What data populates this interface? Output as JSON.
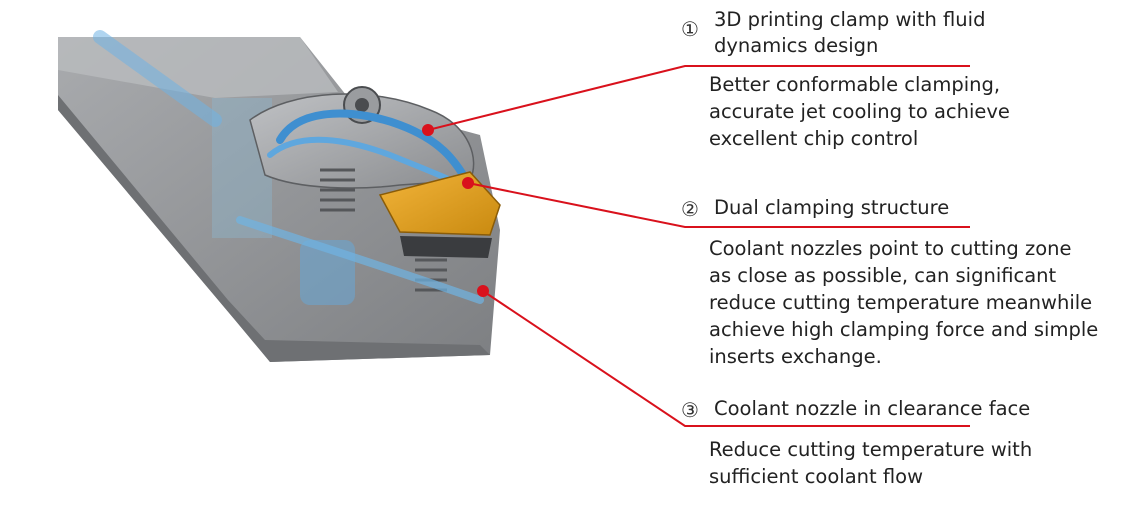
{
  "accent_color": "#d9111c",
  "tool_image": {
    "icon": "tool-holder-illustration"
  },
  "callouts": [
    {
      "number": "①",
      "title_lines": [
        "3D printing clamp with fluid",
        "dynamics design"
      ],
      "desc_lines": [
        "Better conformable clamping,",
        "accurate jet cooling to achieve",
        "excellent chip control"
      ]
    },
    {
      "number": "②",
      "title_lines": [
        "Dual clamping structure"
      ],
      "desc_lines": [
        "Coolant nozzles point to cutting zone",
        "as close as possible, can significant",
        "reduce cutting temperature meanwhile",
        "achieve high clamping force and simple",
        "inserts exchange."
      ]
    },
    {
      "number": "③",
      "title_lines": [
        "Coolant nozzle in clearance face"
      ],
      "desc_lines": [
        "Reduce cutting temperature with",
        "sufficient coolant flow"
      ]
    }
  ]
}
